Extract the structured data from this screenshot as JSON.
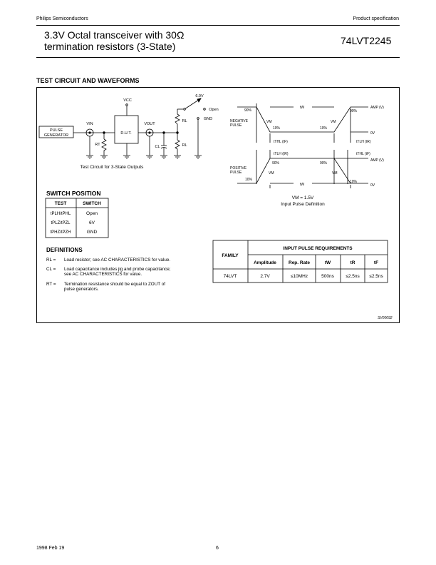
{
  "header": {
    "company": "Philips Semiconductors",
    "doc_type": "Product specification",
    "title_line1": "3.3V Octal transceiver with 30Ω",
    "title_line2": "termination resistors (3-State)",
    "part_number": "74LVT2245"
  },
  "section_title": "TEST CIRCUIT AND WAVEFORMS",
  "circuit": {
    "pulse_gen_1": "PULSE",
    "pulse_gen_2": "GENERATOR",
    "vin": "VIN",
    "vcc": "VCC",
    "dut": "D.U.T.",
    "vout": "VOUT",
    "rt": "RT",
    "cl": "CL",
    "rl_top": "RL",
    "rl_bottom": "RL",
    "v6": "6.0V",
    "open": "Open",
    "gnd": "GND",
    "caption": "Test Circuit for 3-State Outputs"
  },
  "waveform": {
    "neg1": "NEGATIVE",
    "neg2": "PULSE",
    "pos1": "POSITIVE",
    "pos2": "PULSE",
    "tw": "tW",
    "amp": "AMP (V)",
    "zero": "0V",
    "p90": "90%",
    "p10": "10%",
    "vm": "VM",
    "tthl_f": "tTHL (tF)",
    "ttlh_r": "tTLH (tR)",
    "vm_def": "VM = 1.5V",
    "caption": "Input Pulse Definition"
  },
  "switch_position": {
    "title": "SWITCH POSITION",
    "headers": [
      "TEST",
      "SWITCH"
    ],
    "rows": [
      [
        "tPLH/tPHL",
        "Open"
      ],
      [
        "tPLZ/tPZL",
        "6V"
      ],
      [
        "tPHZ/tPZH",
        "GND"
      ]
    ]
  },
  "definitions": {
    "title": "DEFINITIONS",
    "items": [
      {
        "term": "RL =",
        "text": "Load resistor; see AC CHARACTERISTICS for value."
      },
      {
        "term": "CL =",
        "text": "Load capacitance includes jig and probe capacitance;",
        "text2": "see AC CHARACTERISTICS for value."
      },
      {
        "term": "RT =",
        "text": "Termination resistance should be equal to ZOUT of",
        "text2": "pulse generators."
      }
    ]
  },
  "pulse_table": {
    "family_header": "FAMILY",
    "group_header": "INPUT PULSE REQUIREMENTS",
    "headers": [
      "Amplitude",
      "Rep. Rate",
      "tW",
      "tR",
      "tF"
    ],
    "row": [
      "74LVT",
      "2.7V",
      "≤10MHz",
      "500ns",
      "≤2.5ns",
      "≤2.5ns"
    ]
  },
  "figure_id": "SV00092",
  "footer": {
    "date": "1998 Feb 19",
    "page": "6"
  }
}
